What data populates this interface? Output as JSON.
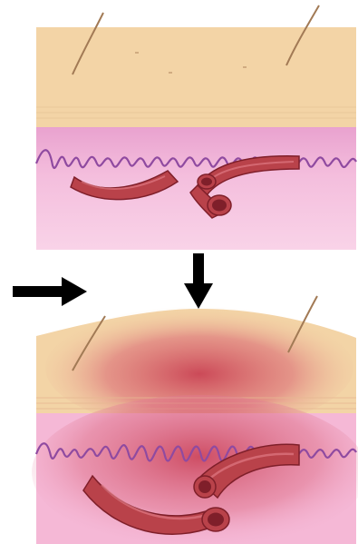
{
  "diagram": {
    "top_panel": {
      "epidermis_color": "#f3d4a6",
      "dermis_color": "#f7c3df",
      "dermis_top_color": "#e9a2cf",
      "border_line_color": "#8f4aa0",
      "vessel_color": "#b9424a",
      "vessel_inner_color": "#7f1f2a",
      "hair_color": "#a27a55"
    },
    "arrows": {
      "color": "#000000",
      "items": [
        "down-arrow",
        "right-arrow"
      ]
    },
    "bottom_panel": {
      "state": "swollen-inflamed",
      "inflammation_color": "#c73a4f",
      "epidermis_color": "#f3d4a6",
      "dermis_color": "#f5b8d6"
    }
  }
}
